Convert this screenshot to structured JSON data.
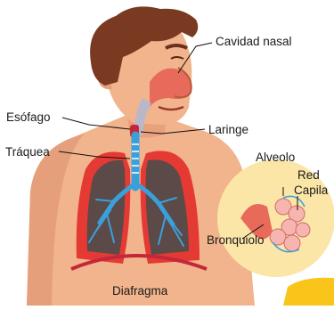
{
  "labels": {
    "nasal_cavity": "Cavidad nasal",
    "esophagus": "Esófago",
    "larynx": "Laringe",
    "trachea": "Tráquea",
    "alveolus": "Alveolo",
    "capillary_network_line1": "Red",
    "capillary_network_line2": "Capila",
    "bronchiole": "Bronquiolo",
    "diaphragm": "Diafragma"
  },
  "colors": {
    "skin": "#f2b48c",
    "skin_shadow": "#d98a68",
    "hair": "#7a3a22",
    "lung": "#e53a34",
    "lung_inner": "#5b4a47",
    "airway": "#3aa0dc",
    "inset_circle": "#fbe6a8",
    "diaphragm": "#c2283a",
    "yellow_corner": "#f9c51a"
  }
}
